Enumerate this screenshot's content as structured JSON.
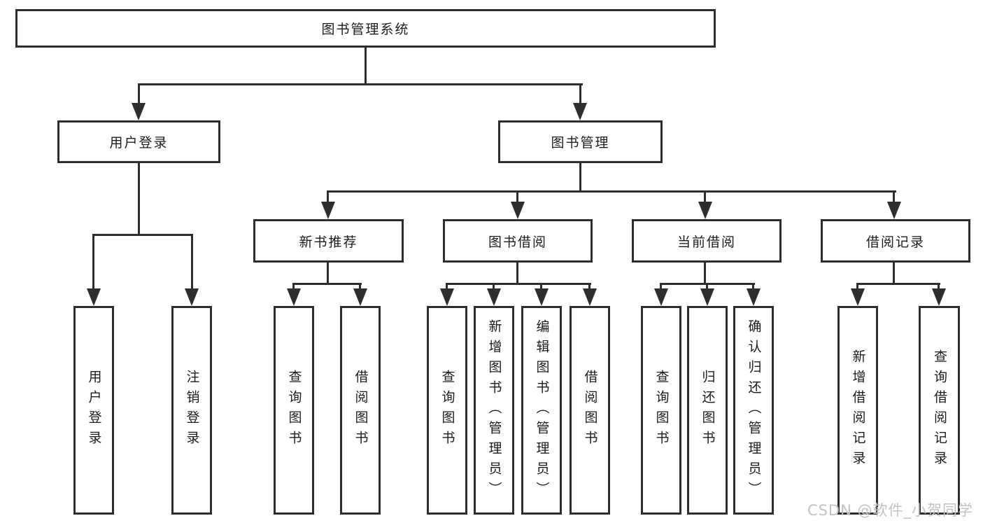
{
  "diagram_type": "hierarchy-tree",
  "tree": {
    "label": "图书管理系统",
    "children": [
      {
        "label": "用户登录",
        "children": [
          {
            "label": "用户登录"
          },
          {
            "label": "注销登录"
          }
        ]
      },
      {
        "label": "图书管理",
        "children": [
          {
            "label": "新书推荐",
            "children": [
              {
                "label": "查询图书"
              },
              {
                "label": "借阅图书"
              }
            ]
          },
          {
            "label": "图书借阅",
            "children": [
              {
                "label": "查询图书"
              },
              {
                "label": "新增图书（管理员）"
              },
              {
                "label": "编辑图书（管理员）"
              },
              {
                "label": "借阅图书"
              }
            ]
          },
          {
            "label": "当前借阅",
            "children": [
              {
                "label": "查询图书"
              },
              {
                "label": "归还图书"
              },
              {
                "label": "确认归还（管理员）"
              }
            ]
          },
          {
            "label": "借阅记录",
            "children": [
              {
                "label": "新增借阅记录"
              },
              {
                "label": "查询借阅记录"
              }
            ]
          }
        ]
      }
    ]
  },
  "watermark": {
    "text": "CSDN @软件_小贺同学"
  },
  "colors": {
    "background": "#ffffff",
    "line": "#2e2e2e",
    "box_border": "#2e2e2e",
    "text": "#1c1c1c",
    "watermark": "#c2c2c2"
  }
}
